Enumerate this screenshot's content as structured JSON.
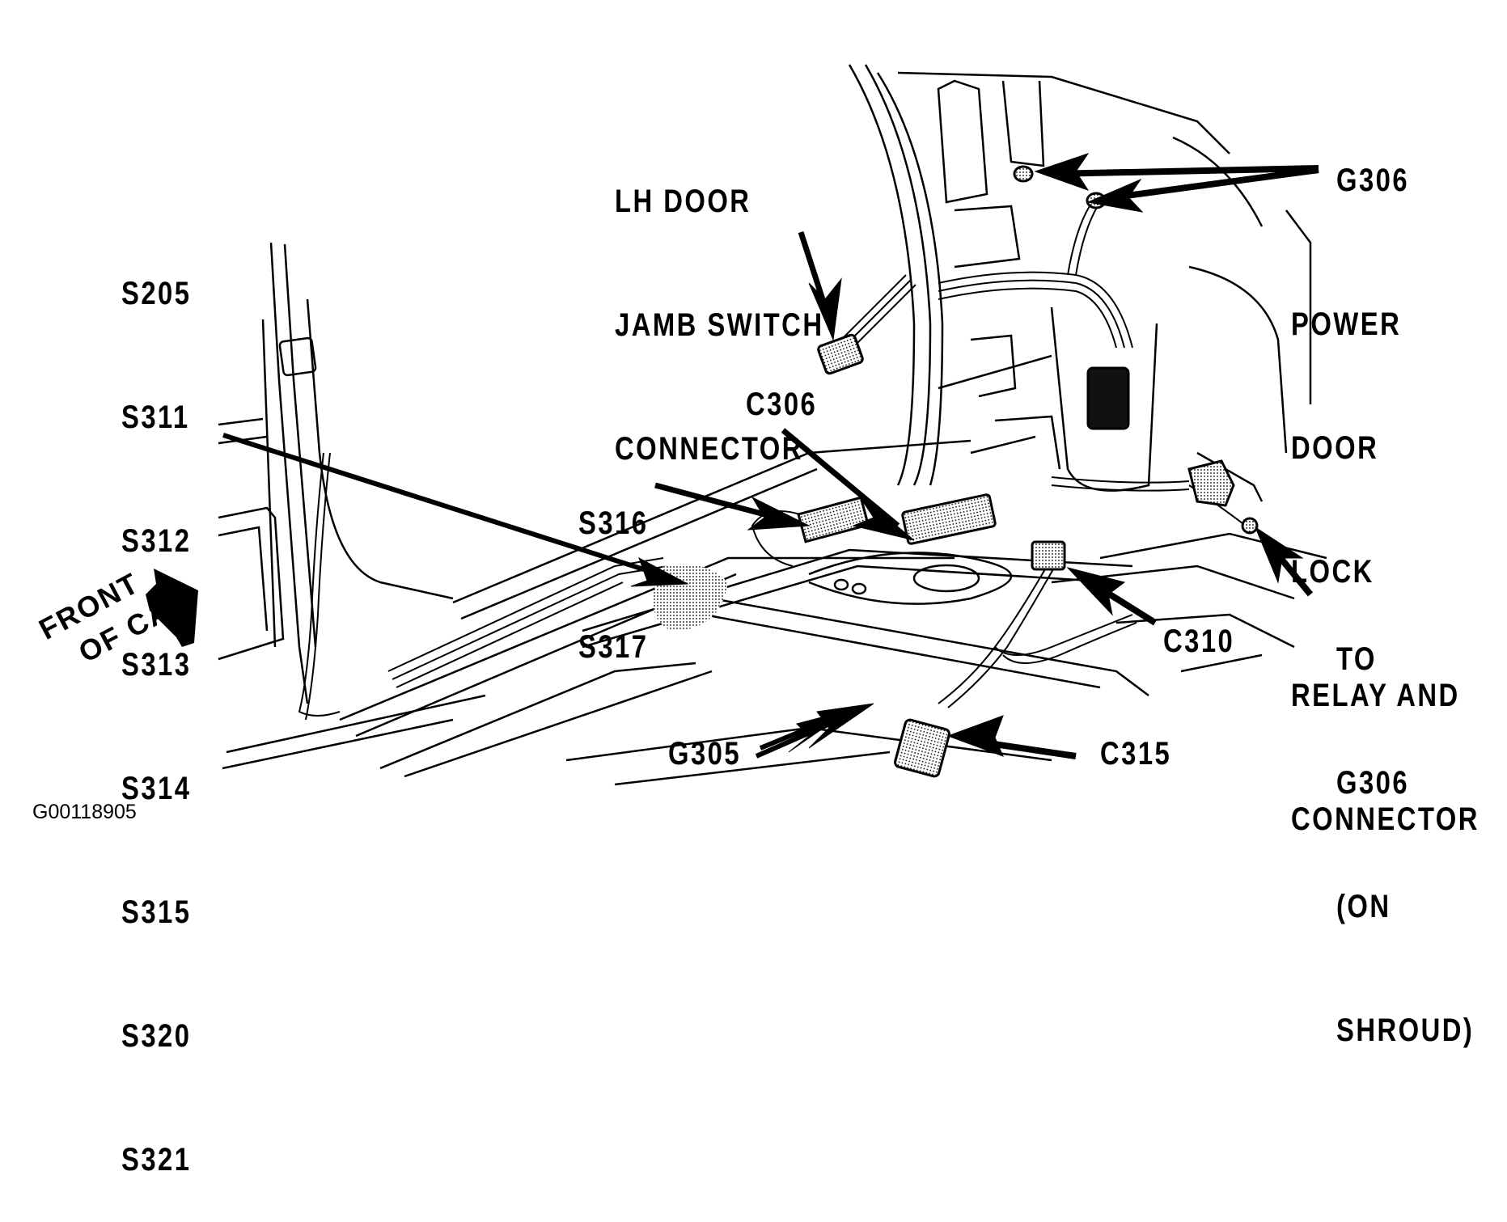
{
  "figure_id": "G00118905",
  "labels": {
    "splices_left": [
      "S205",
      "S311",
      "S312",
      "S313",
      "S314",
      "S315",
      "S320",
      "S321"
    ],
    "lh_door_jamb": [
      "LH DOOR",
      "JAMB SWITCH",
      "CONNECTOR"
    ],
    "g306_top": "G306",
    "power_door_lock": [
      "POWER",
      "DOOR",
      "LOCK",
      "RELAY AND",
      "CONNECTOR"
    ],
    "c306": "C306",
    "s316_s317": [
      "S316",
      "S317"
    ],
    "to_g306": [
      "TO",
      "G306",
      "(ON",
      "SHROUD)"
    ],
    "c310": "C310",
    "g305": "G305",
    "c315": "C315",
    "front_of_car": [
      "FRONT",
      "OF CAR"
    ]
  },
  "colors": {
    "ink": "#000000",
    "paper": "#ffffff",
    "stipple": "#9a9a9a"
  }
}
